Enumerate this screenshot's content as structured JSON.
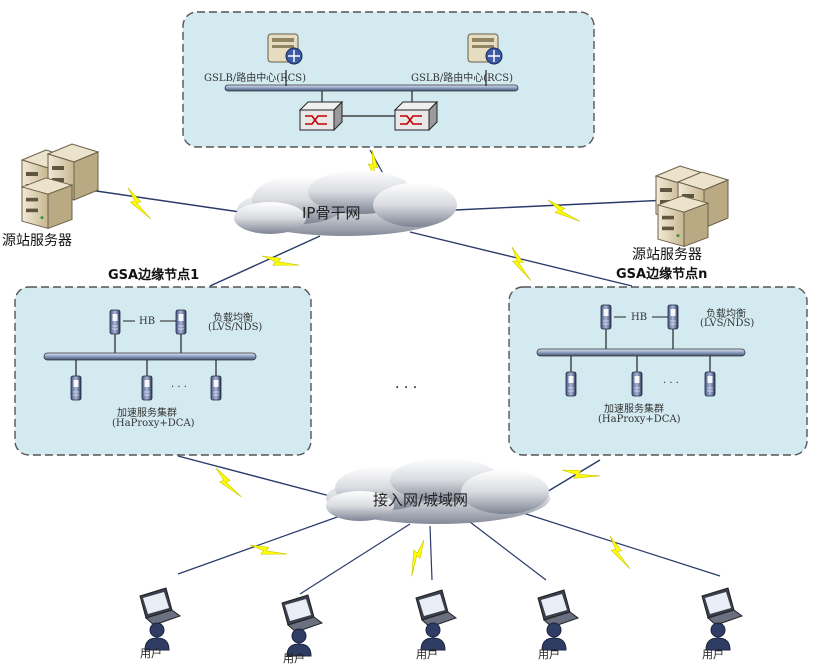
{
  "rcs": {
    "server_left_label": "GSLB/路由中心(RCS)",
    "server_right_label": "GSLB/路由中心(RCS)"
  },
  "backbone_cloud": {
    "label": "IP骨干网"
  },
  "access_cloud": {
    "label": "接入网/城域网"
  },
  "origin_left": {
    "label": "源站服务器"
  },
  "origin_right": {
    "label": "源站服务器"
  },
  "node1": {
    "title": "GSA边缘节点1",
    "hb": "HB",
    "lb_line1": "负载均衡",
    "lb_line2": "(LVS/NDS)",
    "dots": "· · ·",
    "cluster_line1": "加速服务集群",
    "cluster_line2": "(HaProxy+DCA)"
  },
  "noden": {
    "title": "GSA边缘节点n",
    "hb": "HB",
    "lb_line1": "负载均衡",
    "lb_line2": "(LVS/NDS)",
    "dots": "· · ·",
    "cluster_line1": "加速服务集群",
    "cluster_line2": "(HaProxy+DCA)"
  },
  "between_nodes_dots": "· · ·",
  "users": [
    "用户",
    "用户",
    "用户",
    "用户",
    "用户"
  ]
}
